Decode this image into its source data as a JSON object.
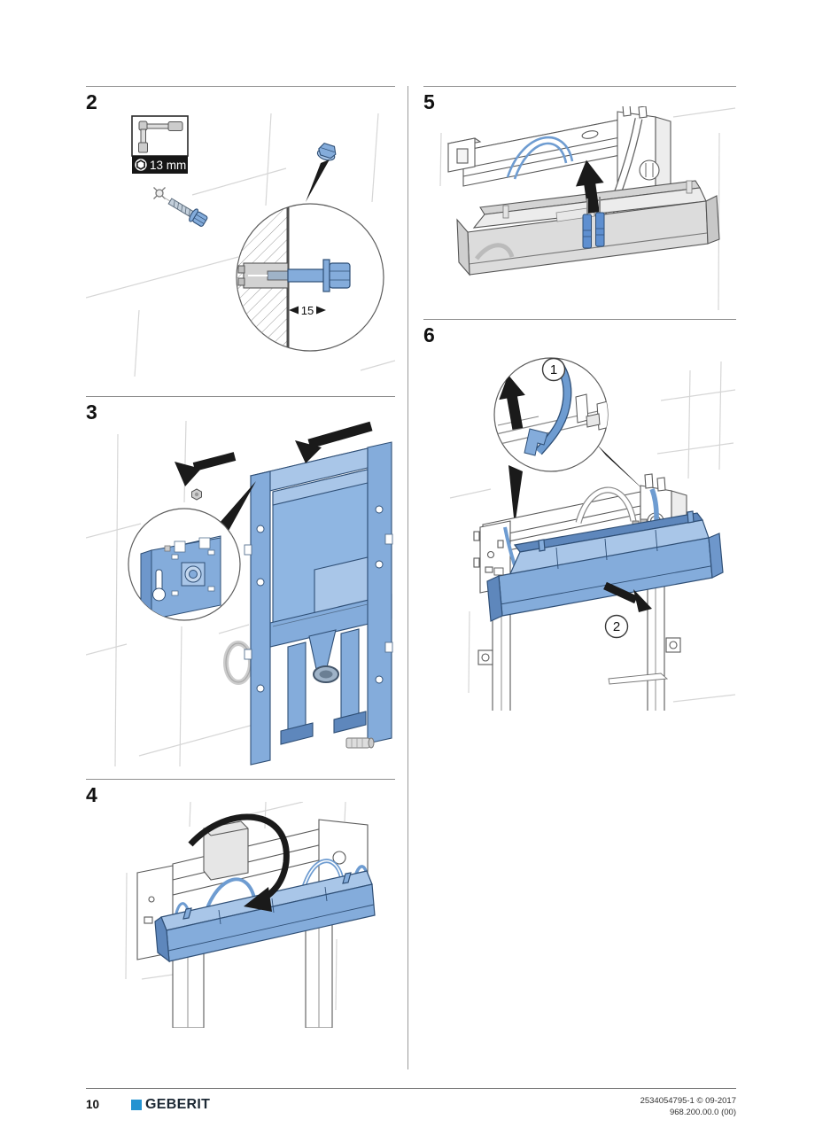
{
  "steps": {
    "step2": {
      "label": "2",
      "tool_size": "13 mm",
      "dimension": "15"
    },
    "step3": {
      "label": "3"
    },
    "step4": {
      "label": "4"
    },
    "step5": {
      "label": "5"
    },
    "step6": {
      "label": "6",
      "callout_1": "1",
      "callout_2": "2"
    }
  },
  "footer": {
    "page_number": "10",
    "brand": "GEBERIT",
    "ref_line1": "2534054795-1 © 09-2017",
    "ref_line2": "968.200.00.0 (00)"
  },
  "colors": {
    "frame_blue": "#84ACDB",
    "frame_blue_light": "#A9C6E8",
    "frame_blue_dark": "#5E87BC",
    "hose_blue": "#6E9CD1",
    "brand_blue": "#2493D1",
    "arrow_black": "#1A1A1A",
    "tile_line": "#D6D6D6"
  }
}
